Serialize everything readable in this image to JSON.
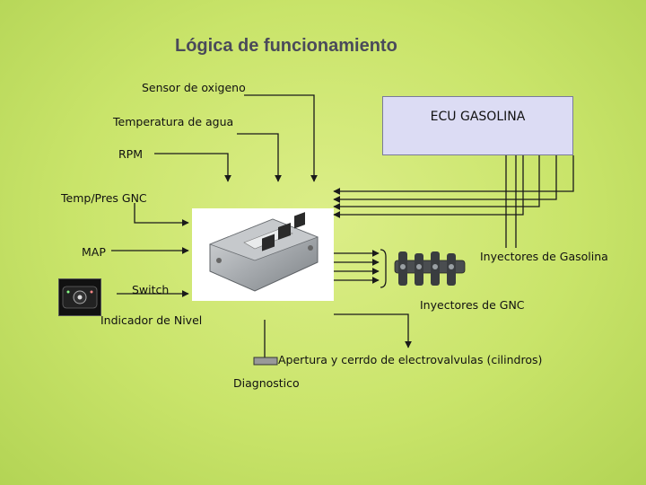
{
  "title": "Lógica de funcionamiento",
  "ecu_label": "ECU GASOLINA",
  "inputs": {
    "sensor_oxigeno": "Sensor de oxigeno",
    "temperatura_agua": "Temperatura de agua",
    "rpm": "RPM",
    "temp_pres_gnc": "Temp/Pres GNC",
    "map": "MAP",
    "switch": "Switch",
    "indicador_nivel": "Indicador de Nivel"
  },
  "outputs": {
    "inyectores_gasolina": "Inyectores de  Gasolina",
    "inyectores_gnc": "Inyectores de GNC",
    "electrovalvulas": "Apertura y cerrdo de electrovalvulas (cilindros)",
    "diagnostico": "Diagnostico"
  },
  "colors": {
    "background": "#c9e46a",
    "title": "#4a4a5a",
    "ecu_fill": "#dcdcf4",
    "ecu_border": "#7a7a9a",
    "lines": "#1a1a1a"
  }
}
